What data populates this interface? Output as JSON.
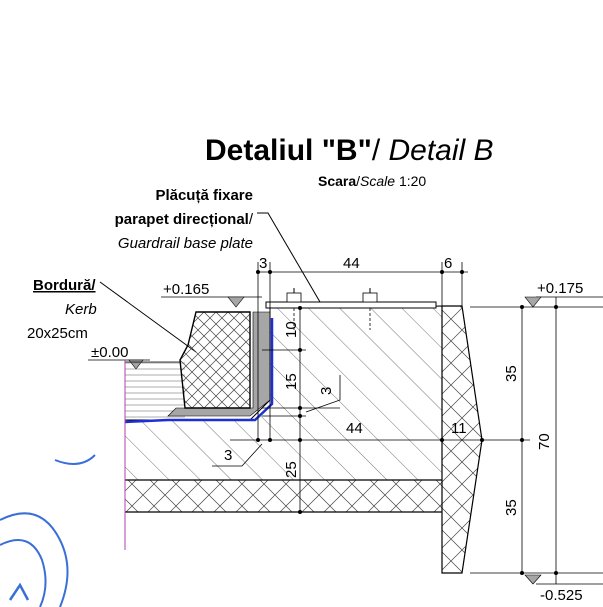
{
  "title": {
    "main": "Detaliul \"B\"",
    "separator": "/ ",
    "english": "Detail B",
    "scale_label": "Scara",
    "scale_sep": "/",
    "scale_english": "Scale",
    "scale_value": " 1:20"
  },
  "labels": {
    "plate_line1": "Plăcuță fixare",
    "plate_line2": "parapet direcțional",
    "plate_sep": "/",
    "plate_english": "Guardrail base plate",
    "kerb_ro": "Bordură/",
    "kerb_en": "Kerb",
    "kerb_size": "20x25cm"
  },
  "elevations": {
    "kerb_top": "+0.165",
    "datum": "±0.00",
    "slab_top": "+0.175",
    "bottom": "-0.525"
  },
  "dimensions": {
    "top_gap": "3",
    "top_span": "44",
    "top_edge": "6",
    "v_10": "10",
    "v_15": "15",
    "v_3": "3",
    "mid_44": "44",
    "mid_11": "11",
    "left_3": "3",
    "v_25": "25",
    "right_35_top": "35",
    "right_70": "70",
    "right_35_bot": "35"
  },
  "colors": {
    "line": "#000000",
    "membrane": "#1e2fd6",
    "kerb_fill": "#d9d9d9",
    "gray": "#a6a6a6",
    "hatch": "#555555",
    "stamp": "#3a6fd8",
    "accent": "#b03fb0"
  }
}
